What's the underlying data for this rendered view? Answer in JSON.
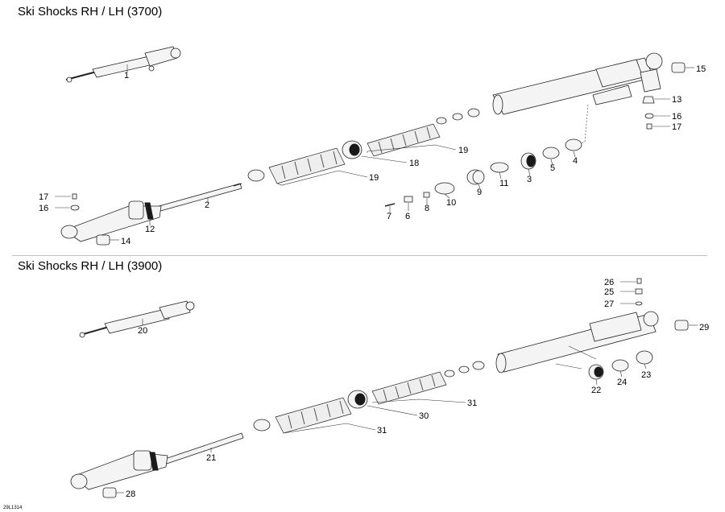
{
  "diagram": {
    "sections": [
      {
        "title": "Ski Shocks RH / LH (3700)"
      },
      {
        "title": "Ski Shocks RH / LH (3900)"
      }
    ],
    "drawing_code": "29L1314",
    "callouts": {
      "c1": "1",
      "c2": "2",
      "c3": "3",
      "c4": "4",
      "c5": "5",
      "c6": "6",
      "c7": "7",
      "c8": "8",
      "c9": "9",
      "c10": "10",
      "c11": "11",
      "c12": "12",
      "c13": "13",
      "c14": "14",
      "c15": "15",
      "c16a": "16",
      "c16b": "16",
      "c17a": "17",
      "c17b": "17",
      "c18": "18",
      "c19a": "19",
      "c19b": "19",
      "c20": "20",
      "c21": "21",
      "c22": "22",
      "c23": "23",
      "c24": "24",
      "c25": "25",
      "c26": "26",
      "c27": "27",
      "c28": "28",
      "c29": "29",
      "c30": "30",
      "c31a": "31",
      "c31b": "31"
    }
  }
}
